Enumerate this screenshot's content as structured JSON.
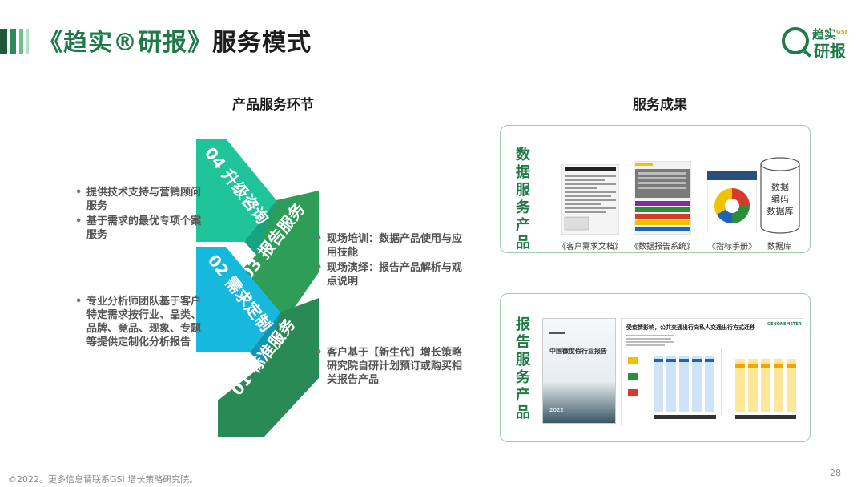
{
  "header": {
    "title_accent": "《趋实®研报》",
    "title_rest": "服务模式",
    "logo_line1": "趋实",
    "logo_mark": "GSI",
    "logo_line2": "研报"
  },
  "left": {
    "heading": "产品服务环节",
    "steps": [
      {
        "label": "01 标准服务",
        "color": "#2a8a55"
      },
      {
        "label": "02 需求定制",
        "color": "#16b9dd"
      },
      {
        "label": "03 报告服务",
        "color": "#2e9d58"
      },
      {
        "label": "04 升级咨询",
        "color": "#1fc49a"
      }
    ],
    "bullets_04": [
      "提供技术支持与营销顾问服务",
      "基于需求的最优专项个案服务"
    ],
    "bullets_03": [
      "现场培训：数据产品使用与应用技能",
      "现场演绎：报告产品解析与观点说明"
    ],
    "bullets_02": [
      "专业分析师团队基于客户特定需求按行业、品类、品牌、竞品、现象、专题等提供定制化分析报告"
    ],
    "bullets_01": [
      "客户基于【新生代】增长策略研究院自研计划预订或购买相关报告产品"
    ]
  },
  "right": {
    "heading": "服务成果",
    "data_panel": {
      "label_chars": [
        "数",
        "据",
        "服",
        "务",
        "产",
        "品"
      ],
      "items": [
        "《客户需求文档》",
        "《数据报告系统》",
        "《指标手册》",
        "数据库"
      ],
      "db_lines": [
        "数据",
        "编码",
        "数据库"
      ]
    },
    "report_panel": {
      "label_chars": [
        "报",
        "告",
        "服",
        "务",
        "产",
        "品"
      ],
      "cover_title": "中国微度假行业报告",
      "cover_year": "2022",
      "chart_title": "受疫情影响，公共交通出行向私人交通出行方式迁移",
      "chart_brand": "GENONEMETER"
    }
  },
  "footer": {
    "text": "©2022。更多信息请联系GSI 增长策略研究院。",
    "page": "28"
  },
  "colors": {
    "brand_green": "#1f7a48",
    "cyan": "#16b9dd",
    "mint": "#1fc49a"
  }
}
